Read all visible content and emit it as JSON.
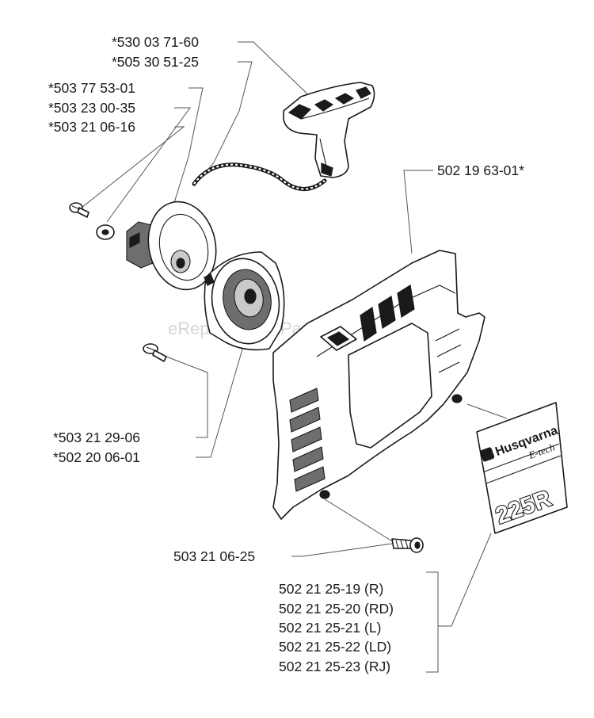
{
  "watermark": "eReplacementParts.com",
  "labels": {
    "handle_1": "*530 03 71-60",
    "rope": "*505 30 51-25",
    "pulley_1": "*503 77 53-01",
    "pulley_2": "*503 23 00-35",
    "pulley_3": "*503 21 06-16",
    "cover": "502 19 63-01*",
    "housing_screw": "*503 21 29-06",
    "housing": "*502 20 06-01",
    "screw": "503 21 06-25",
    "decal_r": "502 21 25-19 (R)",
    "decal_rd": "502 21 25-20 (RD)",
    "decal_l": "502 21 25-21 (L)",
    "decal_ld": "502 21 25-22 (LD)",
    "decal_rj": "502 21 25-23 (RJ)"
  },
  "decal": {
    "brand": "Husqvarna",
    "subline": "E-tech",
    "model": "225R"
  }
}
